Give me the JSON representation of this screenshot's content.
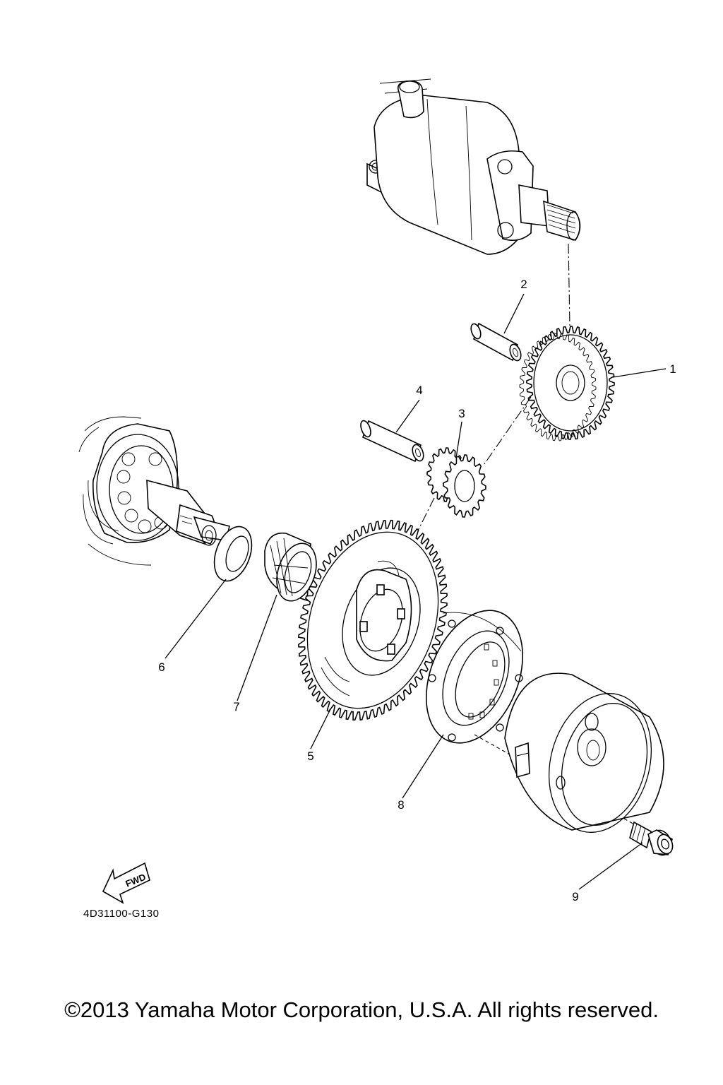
{
  "diagram": {
    "part_numbers": [
      "1",
      "2",
      "3",
      "4",
      "5",
      "6",
      "7",
      "8",
      "9"
    ],
    "figure_code": "4D31100-G130",
    "fwd_label": "FWD",
    "icons": [
      "fwd-arrow-icon"
    ]
  },
  "footer": {
    "copyright": "©2013 Yamaha Motor Corporation, U.S.A. All rights reserved."
  }
}
